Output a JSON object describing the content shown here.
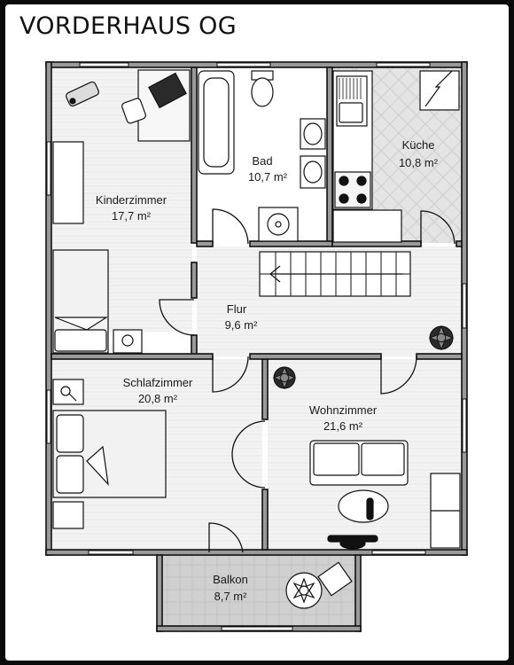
{
  "title": "VORDERHAUS OG",
  "rooms": {
    "kinderzimmer": {
      "name": "Kinderzimmer",
      "area": "17,7 m²"
    },
    "bad": {
      "name": "Bad",
      "area": "10,7 m²"
    },
    "kueche": {
      "name": "Küche",
      "area": "10,8 m²"
    },
    "flur": {
      "name": "Flur",
      "area": "9,6 m²"
    },
    "schlafzimmer": {
      "name": "Schlafzimmer",
      "area": "20,8 m²"
    },
    "wohnzimmer": {
      "name": "Wohnzimmer",
      "area": "21,6 m²"
    },
    "balkon": {
      "name": "Balkon",
      "area": "8,7 m²"
    }
  }
}
